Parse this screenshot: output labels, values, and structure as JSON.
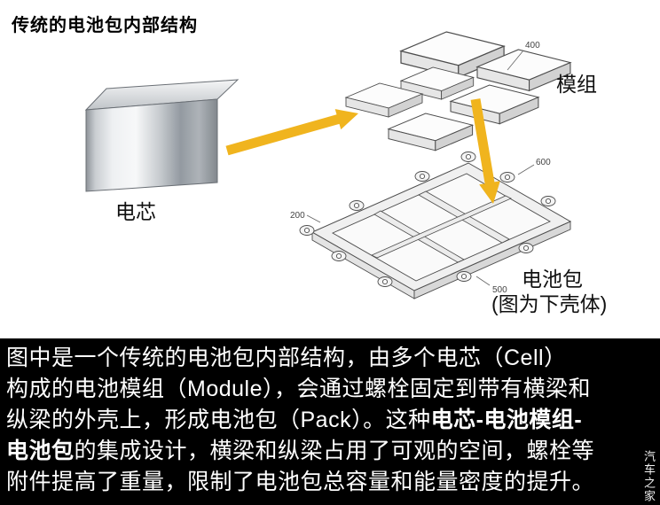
{
  "title": "传统的电池包内部结构",
  "diagram": {
    "cell_label": "电芯",
    "module_label": "模组",
    "pack_label": "电池包",
    "pack_sublabel": "(图为下壳体)",
    "refs": {
      "r400": "400",
      "r600": "600",
      "r200": "200",
      "r500": "500"
    }
  },
  "caption": {
    "lines": [
      {
        "pre": "图中是一个传统的电池包内部结构，由多个电芯（Cell）",
        "bold": "",
        "post": ""
      },
      {
        "pre": "构成的电池模组（Module），会通过螺栓固定到带有横梁和",
        "bold": "",
        "post": ""
      },
      {
        "pre": "纵梁的外壳上，形成电池包（Pack）。这种",
        "bold": "电芯-电池模组-",
        "post": ""
      },
      {
        "pre": "",
        "bold": "电池包",
        "post": "的集成设计，横梁和纵梁占用了可观的空间，螺栓等"
      },
      {
        "pre": "附件提高了重量，限制了电池包总容量和能量密度的提升。",
        "bold": "",
        "post": ""
      }
    ]
  },
  "watermark": "汽车之家",
  "colors": {
    "arrow": "#F0B41E",
    "caption_bg": "#000000",
    "caption_text": "#FFFFFF",
    "line_art": "#4d4d4d"
  }
}
